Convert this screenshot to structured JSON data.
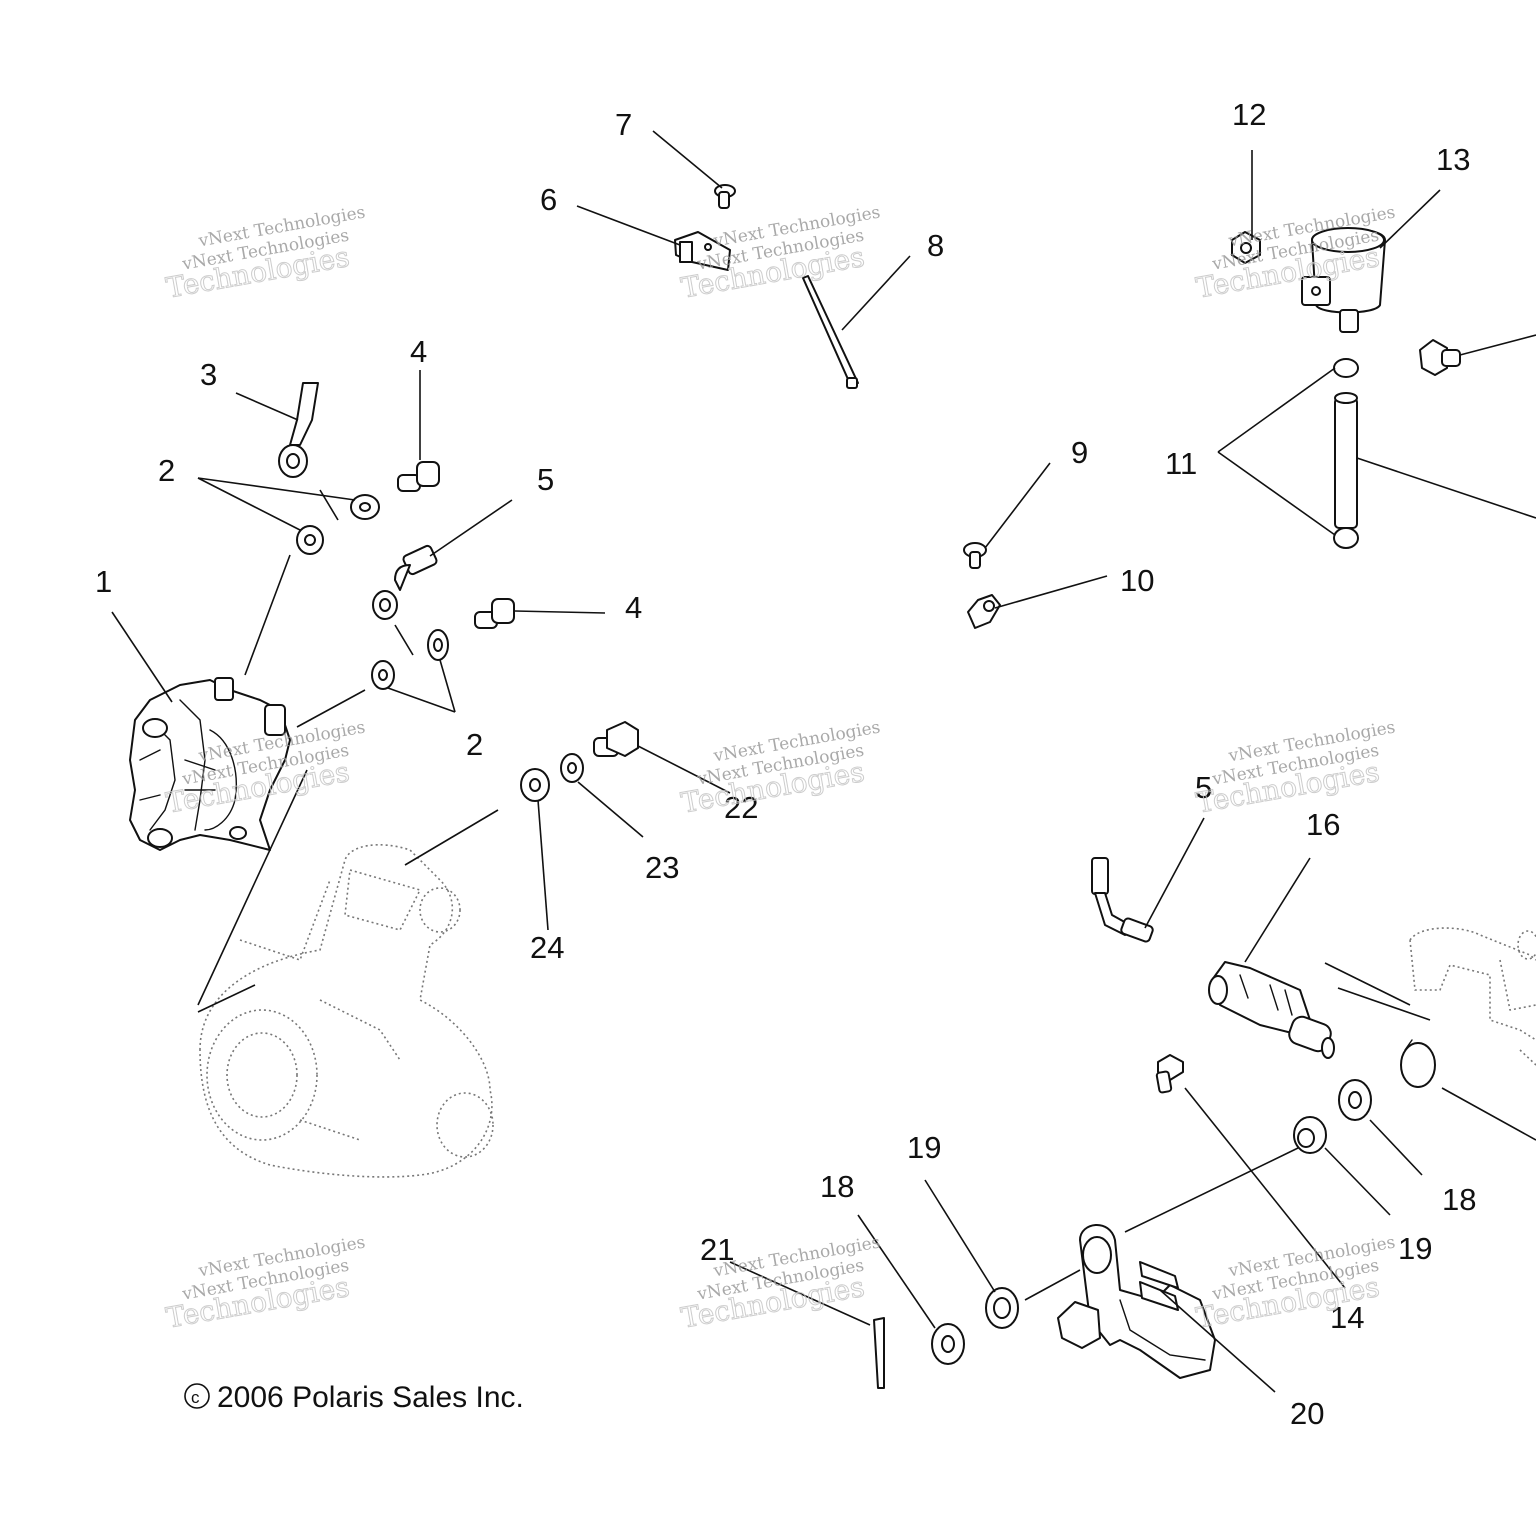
{
  "callouts": [
    "1",
    "2",
    "3",
    "4",
    "5",
    "6",
    "7",
    "8",
    "9",
    "10",
    "11",
    "12",
    "13",
    "14",
    "16",
    "18",
    "19",
    "20",
    "21",
    "22",
    "23",
    "24"
  ],
  "copyright": "2006 Polaris Sales Inc.",
  "watermark": {
    "line1": "vNext Technologies",
    "line2": "vNext Technologies",
    "line3": "Technologies"
  }
}
